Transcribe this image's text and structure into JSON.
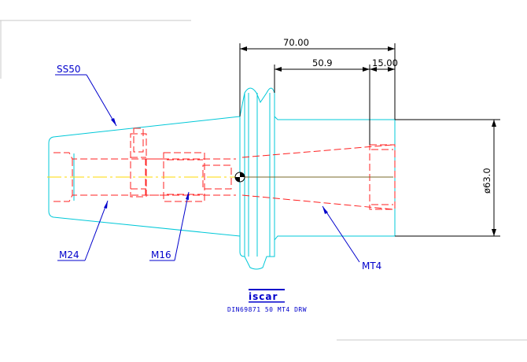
{
  "dimensions": {
    "overall_length": "70.00",
    "body_length": "50.9",
    "flange_offset": "15.00",
    "flange_diameter": "ø63.0"
  },
  "labels": {
    "taper": "SS50",
    "thread_rear": "M24",
    "thread_front": "M16",
    "morse_taper": "MT4"
  },
  "title_block": {
    "logo": "iscar",
    "drawing_id": "DIN69871 50 MT4 DRW"
  },
  "colors": {
    "outline": "#00c8d8",
    "hidden": "#ff2020",
    "centerline": "#ffd800",
    "dimension": "#000000",
    "leader": "#0000cc",
    "frame": "#c8c8c8"
  }
}
